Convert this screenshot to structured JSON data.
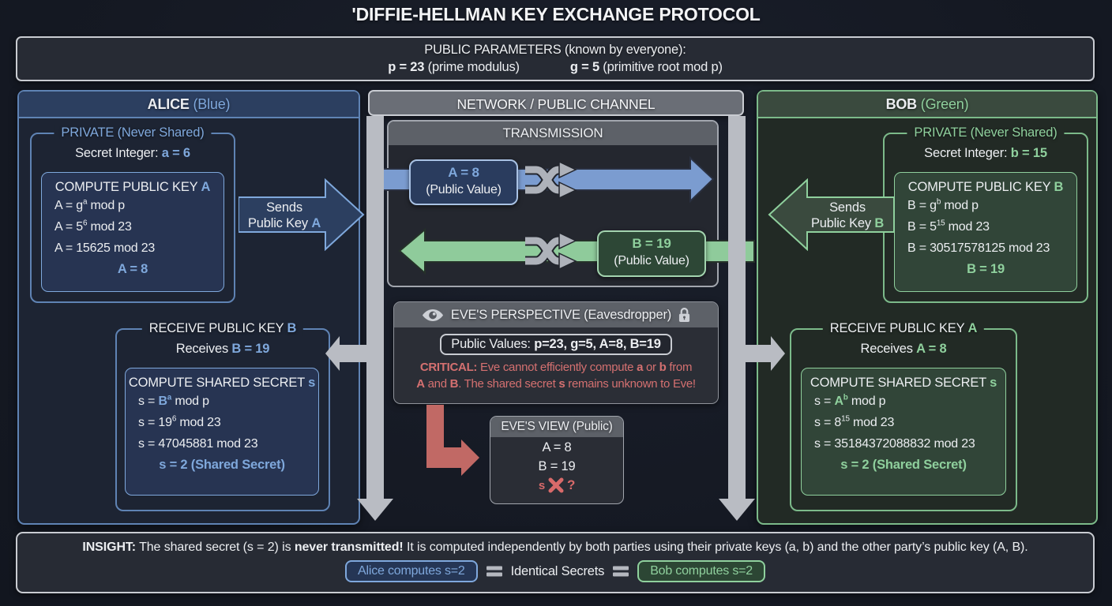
{
  "title": "'DIFFIE-HELLMAN KEY EXCHANGE PROTOCOL",
  "public_params": {
    "heading": "PUBLIC PARAMETERS (known by everyone):",
    "p": [
      {
        "t": "p = 23",
        "b": true
      },
      {
        "t": " (prime modulus)"
      }
    ],
    "g": [
      {
        "t": "g = 5",
        "b": true
      },
      {
        "t": " (primitive root mod p)"
      }
    ]
  },
  "alice": {
    "header": [
      {
        "t": "ALICE",
        "b": true
      },
      {
        "t": " (Blue)",
        "h": true
      }
    ],
    "private_legend": "PRIVATE (Never Shared)",
    "secret": [
      {
        "t": "Secret Integer: "
      },
      {
        "t": "a = 6",
        "b": true,
        "h": true
      }
    ],
    "compute_title": [
      {
        "t": "COMPUTE PUBLIC KEY "
      },
      {
        "t": "A",
        "b": true,
        "h": true
      }
    ],
    "compute_lines": [
      [
        {
          "t": "A = g"
        },
        {
          "t": "a",
          "sup": true
        },
        {
          "t": " mod p"
        }
      ],
      [
        {
          "t": "A = 5"
        },
        {
          "t": "6",
          "sup": true
        },
        {
          "t": " mod 23"
        }
      ],
      [
        {
          "t": "A = 15625 mod 23"
        }
      ]
    ],
    "compute_result": [
      {
        "t": "A = 8",
        "b": true,
        "h": true
      }
    ],
    "sends_line1": "Sends",
    "sends_line2": [
      {
        "t": "Public Key "
      },
      {
        "t": "A",
        "b": true,
        "h": true
      }
    ],
    "receive_legend": [
      {
        "t": "RECEIVE PUBLIC KEY "
      },
      {
        "t": "B",
        "b": true,
        "h": true
      }
    ],
    "receives": [
      {
        "t": "Receives "
      },
      {
        "t": "B = 19",
        "b": true,
        "h": true
      }
    ],
    "shared_title": [
      {
        "t": "COMPUTE SHARED SECRET "
      },
      {
        "t": "s",
        "b": true,
        "h": true
      }
    ],
    "shared_lines": [
      [
        {
          "t": "s = "
        },
        {
          "t": "B",
          "b": true,
          "h": true
        },
        {
          "t": "a",
          "sup": true,
          "b": true,
          "h": true
        },
        {
          "t": " mod p"
        }
      ],
      [
        {
          "t": "s = 19"
        },
        {
          "t": "6",
          "sup": true
        },
        {
          "t": " mod 23"
        }
      ],
      [
        {
          "t": "s = 47045881 mod 23"
        }
      ]
    ],
    "shared_result": [
      {
        "t": "s = 2 (Shared Secret)",
        "b": true,
        "h": true
      }
    ]
  },
  "bob": {
    "header": [
      {
        "t": "BOB",
        "b": true
      },
      {
        "t": " (Green)",
        "h": true
      }
    ],
    "private_legend": "PRIVATE (Never Shared)",
    "secret": [
      {
        "t": "Secret Integer: "
      },
      {
        "t": "b = 15",
        "b": true,
        "h": true
      }
    ],
    "compute_title": [
      {
        "t": "COMPUTE PUBLIC KEY "
      },
      {
        "t": "B",
        "b": true,
        "h": true
      }
    ],
    "compute_lines": [
      [
        {
          "t": "B = g"
        },
        {
          "t": "b",
          "sup": true
        },
        {
          "t": " mod p"
        }
      ],
      [
        {
          "t": "B = 5"
        },
        {
          "t": "15",
          "sup": true
        },
        {
          "t": " mod 23"
        }
      ],
      [
        {
          "t": "B = 30517578125 mod 23"
        }
      ]
    ],
    "compute_result": [
      {
        "t": "B = 19",
        "b": true,
        "h": true
      }
    ],
    "sends_line1": "Sends",
    "sends_line2": [
      {
        "t": "Public Key "
      },
      {
        "t": "B",
        "b": true,
        "h": true
      }
    ],
    "receive_legend": [
      {
        "t": "RECEIVE PUBLIC KEY "
      },
      {
        "t": "A",
        "b": true,
        "h": true
      }
    ],
    "receives": [
      {
        "t": "Receives "
      },
      {
        "t": "A = 8",
        "b": true,
        "h": true
      }
    ],
    "shared_title": [
      {
        "t": "COMPUTE SHARED SECRET "
      },
      {
        "t": "s",
        "b": true,
        "h": true
      }
    ],
    "shared_lines": [
      [
        {
          "t": "s = "
        },
        {
          "t": "A",
          "b": true,
          "h": true
        },
        {
          "t": "b",
          "sup": true,
          "b": true,
          "h": true
        },
        {
          "t": " mod p"
        }
      ],
      [
        {
          "t": "s = 8"
        },
        {
          "t": "15",
          "sup": true
        },
        {
          "t": " mod 23"
        }
      ],
      [
        {
          "t": "s = 35184372088832 mod 23"
        }
      ]
    ],
    "shared_result": [
      {
        "t": "s = 2 (Shared Secret)",
        "b": true,
        "h": true
      }
    ]
  },
  "network": {
    "header": "NETWORK / PUBLIC CHANNEL",
    "transmission_title": "TRANSMISSION",
    "a_badge": {
      "value": "A = 8",
      "label": "(Public Value)"
    },
    "b_badge": {
      "value": "B = 19",
      "label": "(Public Value)"
    }
  },
  "eve": {
    "header": "EVE'S PERSPECTIVE (Eavesdropper)",
    "public_values": [
      {
        "t": "Public Values: "
      },
      {
        "t": "p=23, g=5, A=8, B=19",
        "b": true
      }
    ],
    "critical_line1": [
      {
        "t": "CRITICAL:",
        "b": true
      },
      {
        "t": " Eve cannot efficiently compute "
      },
      {
        "t": "a",
        "b": true
      },
      {
        "t": " or "
      },
      {
        "t": "b",
        "b": true
      },
      {
        "t": " from"
      }
    ],
    "critical_line2": [
      {
        "t": "A",
        "b": true
      },
      {
        "t": " and "
      },
      {
        "t": "B",
        "b": true
      },
      {
        "t": ". The shared secret "
      },
      {
        "t": "s",
        "b": true
      },
      {
        "t": " remains unknown to Eve!"
      }
    ],
    "view": {
      "header": "EVE'S VIEW (Public)",
      "a": "A = 8",
      "b": "B = 19",
      "s": "s",
      "q": "?"
    }
  },
  "insight": {
    "text": [
      {
        "t": "INSIGHT:",
        "b": true
      },
      {
        "t": " The shared secret (s = 2) is "
      },
      {
        "t": "never transmitted!",
        "b": true
      },
      {
        "t": " It is computed independently by both parties using their private keys (a, b) and the other party’s public key (A, B)."
      }
    ],
    "alice_pill": "Alice computes s=2",
    "identical_label": "Identical Secrets",
    "bob_pill": "Bob computes s=2"
  },
  "icons": {
    "eye": "eye-icon",
    "lock": "lock-icon",
    "shuffle": "shuffle-icon",
    "x_mark": "x-mark-icon",
    "equals": "equals-icon"
  },
  "colors": {
    "alice_accent": "#7fa8dc",
    "bob_accent": "#8fd09d",
    "critical_red": "#d47070",
    "arrow_gray": "#b9bcc3",
    "arrow_blue": "#7b9cd0",
    "arrow_green": "#8fcb9b",
    "arrow_red": "#c16965"
  }
}
